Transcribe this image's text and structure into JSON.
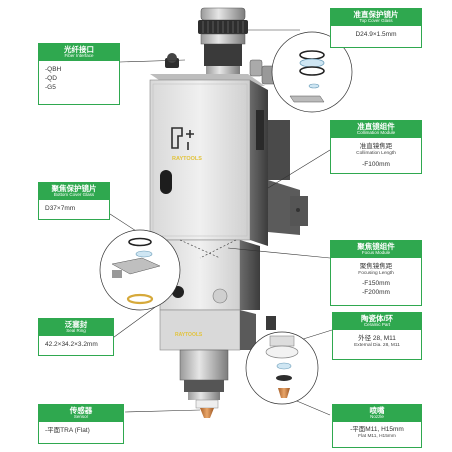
{
  "cards": {
    "top_cover": {
      "title_zh": "准直保护镜片",
      "title_en": "Top Cover Glass",
      "spec": "D24.9×1.5mm"
    },
    "fiber": {
      "title_zh": "光纤接口",
      "title_en": "Fiber Interface",
      "items": [
        "-QBH",
        "-QD",
        "-G5"
      ]
    },
    "collimation": {
      "title_zh": "准直镜组件",
      "title_en": "Collimation Module",
      "line1_zh": "准直镜焦距",
      "line1_en": "Collimation Length",
      "value": "-F100mm"
    },
    "bottom_cover": {
      "title_zh": "聚焦保护镜片",
      "title_en": "Bottom Cover Glass",
      "spec": "D37×7mm"
    },
    "focus": {
      "title_zh": "聚焦镜组件",
      "title_en": "Focus Module",
      "line1_zh": "聚焦镜焦距",
      "line1_en": "Focusing Length",
      "values": [
        "-F150mm",
        "-F200mm"
      ]
    },
    "seal": {
      "title_zh": "泛塞封",
      "title_en": "Seal Ring",
      "spec": "42.2×34.2×3.2mm"
    },
    "ceramic": {
      "title_zh": "陶瓷体/环",
      "title_en": "Ceramic Part",
      "line1": "外径 28, M11",
      "line2": "External Dia. 28, M11"
    },
    "sensor": {
      "title_zh": "传感器",
      "title_en": "Sensor",
      "spec": "-平面TRA (Flat)"
    },
    "nozzle": {
      "title_zh": "喷嘴",
      "title_en": "Nozzle",
      "spec": "-平面M11, H15mm",
      "sub": "Flat M11, H15mm"
    }
  },
  "logo": {
    "brand_lower": "RAYTOOLS",
    "brand_upper": "RAYTOOLS"
  },
  "colors": {
    "accent": "#2fa84f",
    "body_light": "#e4e4e4",
    "body_dark": "#5a5a5a",
    "copper": "#d18a4a",
    "gold": "#d6a93a",
    "logo_yellow": "#e2c33b"
  }
}
